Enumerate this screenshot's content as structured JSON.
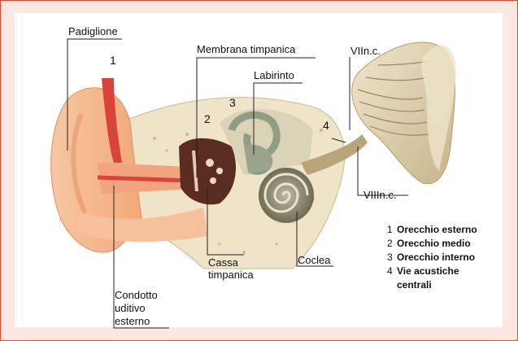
{
  "colors": {
    "frame": "#e04a36",
    "background": "#fce8e2",
    "panel": "#ffffff",
    "skin": "#f5b98f",
    "canal": "#d9433a",
    "bone": "#e9dcc0",
    "cochlea": "#8f8c75",
    "nerve": "#d6c6a0"
  },
  "labels": {
    "padiglione": "Padiglione",
    "membrana": "Membrana timpanica",
    "labirinto": "Labirinto",
    "vii": "VIIn.c.",
    "viii": "VIIIn.c.",
    "cassa_1": "Cassa",
    "cassa_2": "timpanica",
    "coclea": "Coclea",
    "condotto_1": "Condotto",
    "condotto_2": "uditivo",
    "condotto_3": "esterno"
  },
  "numbers": {
    "n1": "1",
    "n2": "2",
    "n3": "3",
    "n4": "4"
  },
  "legend": [
    {
      "num": "1",
      "text": "Orecchio esterno"
    },
    {
      "num": "2",
      "text": "Orecchio medio"
    },
    {
      "num": "3",
      "text": "Orecchio interno"
    },
    {
      "num": "4",
      "text": "Vie acustiche"
    },
    {
      "num": "",
      "text": "centrali"
    }
  ]
}
